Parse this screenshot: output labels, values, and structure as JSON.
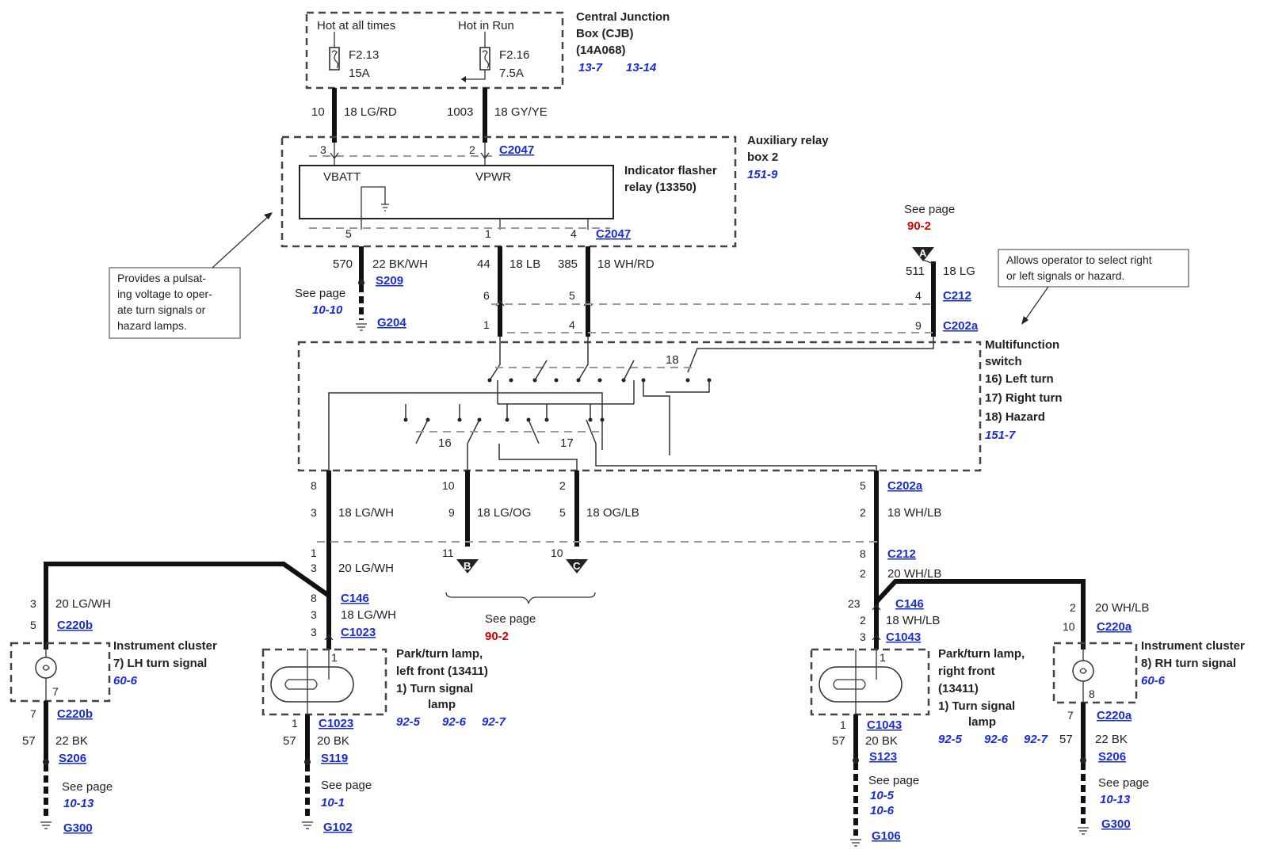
{
  "cjb": {
    "hot_at_all_times": "Hot at all times",
    "hot_in_run": "Hot in Run",
    "fuse1_id": "F2.13",
    "fuse1_amp": "15A",
    "fuse2_id": "F2.16",
    "fuse2_amp": "7.5A",
    "title_line1": "Central Junction",
    "title_line2": "Box (CJB)",
    "title_line3": "(14A068)",
    "ref1": "13-7",
    "ref2": "13-14"
  },
  "wires_top": {
    "w1_circuit": "10",
    "w1_spec": "18 LG/RD",
    "w2_circuit": "1003",
    "w2_spec": "18 GY/YE"
  },
  "aux_box": {
    "title_line1": "Auxiliary relay",
    "title_line2": "box 2",
    "ref": "151-9",
    "pin_in_1": "3",
    "pin_in_2": "2",
    "connector_top": "C2047",
    "vbatt": "VBATT",
    "vpwr": "VPWR",
    "relay_line1": "Indicator flasher",
    "relay_line2": "relay (13350)",
    "pin_out_1": "5",
    "pin_out_2": "1",
    "pin_out_3": "4",
    "connector_bottom": "C2047"
  },
  "callout_left": {
    "line1": "Provides a pulsat-",
    "line2": "ing voltage to oper-",
    "line3": "ate turn signals or",
    "line4": "hazard lamps."
  },
  "callout_right": {
    "line1": "Allows operator to select right",
    "line2": "or left signals or hazard."
  },
  "ground_branch": {
    "circuit": "570",
    "spec": "22 BK/WH",
    "splice": "S209",
    "see_page": "See page",
    "page": "10-10",
    "ground": "G204"
  },
  "mid_wires": {
    "w44_circuit": "44",
    "w44_spec": "18 LB",
    "w385_circuit": "385",
    "w385_spec": "18 WH/RD",
    "pin6": "6",
    "pin5": "5",
    "pin1": "1",
    "pin4": "4"
  },
  "connector_a": {
    "see_page": "See page",
    "page": "90-2",
    "letter": "A",
    "circuit": "511",
    "spec": "18 LG",
    "pin_c212": "4",
    "c212": "C212",
    "pin_c202a": "9",
    "c202a": "C202a"
  },
  "mf_switch": {
    "title_line1": "Multifunction",
    "title_line2": "switch",
    "item1": "16)  Left turn",
    "item2": "17)  Right turn",
    "item3": "18)  Hazard",
    "ref": "151-7",
    "label16": "16",
    "label17": "17",
    "label18": "18"
  },
  "mf_outputs": {
    "o1_pin": "8",
    "o1_pin2": "3",
    "o1_spec": "18 LG/WH",
    "o2_pin": "10",
    "o2_pin2": "9",
    "o2_spec": "18 LG/OG",
    "o3_pin": "2",
    "o3_pin2": "5",
    "o3_spec": "18 OG/LB",
    "o4_pin": "5",
    "o4_pin2": "2",
    "o4_spec": "18 WH/LB",
    "o4_conn": "C202a"
  },
  "bc_connectors": {
    "pin_b": "11",
    "letter_b": "B",
    "pin_c": "10",
    "letter_c": "C",
    "see_page": "See page",
    "page": "90-2"
  },
  "left_side": {
    "c212_pin1": "1",
    "c212_pin2": "3",
    "wire_spec": "20 LG/WH",
    "c146_pin": "8",
    "c146": "C146",
    "w2_pin": "3",
    "w2_spec": "18 LG/WH",
    "c1023_pin": "3",
    "c1023": "C1023",
    "lamp_pin": "1",
    "lamp_title1": "Park/turn lamp,",
    "lamp_title2": "left front (13411)",
    "lamp_item1": "1)     Turn signal",
    "lamp_item2": "lamp",
    "lamp_ref1": "92-5",
    "lamp_ref2": "92-6",
    "lamp_ref3": "92-7",
    "gnd_pin": "1",
    "gnd_conn": "C1023",
    "gnd_circuit": "57",
    "gnd_spec": "20 BK",
    "splice": "S119",
    "see_page": "See page",
    "page": "10-1",
    "ground": "G102"
  },
  "lh_cluster": {
    "w_pin": "3",
    "w_spec": "20 LG/WH",
    "c220b_pin": "5",
    "c220b": "C220b",
    "title1": "Instrument cluster",
    "title2": "7)    LH turn signal",
    "ref": "60-6",
    "inner_pin": "7",
    "gnd_pin": "7",
    "gnd_conn": "C220b",
    "gnd_circuit": "57",
    "gnd_spec": "22 BK",
    "splice": "S206",
    "see_page": "See page",
    "page": "10-13",
    "ground": "G300"
  },
  "right_side": {
    "c212_pin": "8",
    "c212": "C212",
    "w1_pin": "2",
    "w1_spec": "20 WH/LB",
    "c146_pin": "23",
    "c146": "C146",
    "w2_pin": "2",
    "w2_spec": "18 WH/LB",
    "c1043_pin": "3",
    "c1043": "C1043",
    "lamp_pin": "1",
    "lamp_title1": "Park/turn lamp,",
    "lamp_title2": "right front",
    "lamp_title3": "(13411)",
    "lamp_item1": "1)     Turn signal",
    "lamp_item2": "lamp",
    "lamp_ref1": "92-5",
    "lamp_ref2": "92-6",
    "lamp_ref3": "92-7",
    "gnd_pin": "1",
    "gnd_conn": "C1043",
    "gnd_circuit": "57",
    "gnd_spec": "20 BK",
    "splice": "S123",
    "see_page": "See page",
    "page1": "10-5",
    "page2": "10-6",
    "ground": "G106"
  },
  "rh_cluster": {
    "w_pin": "2",
    "w_spec": "20 WH/LB",
    "c220a_pin": "10",
    "c220a": "C220a",
    "title1": "Instrument cluster",
    "title2": "8)    RH turn signal",
    "ref": "60-6",
    "inner_pin": "8",
    "gnd_pin": "7",
    "gnd_conn": "C220a",
    "gnd_circuit": "57",
    "gnd_spec": "22 BK",
    "splice": "S206",
    "see_page": "See page",
    "page": "10-13",
    "ground": "G300"
  }
}
